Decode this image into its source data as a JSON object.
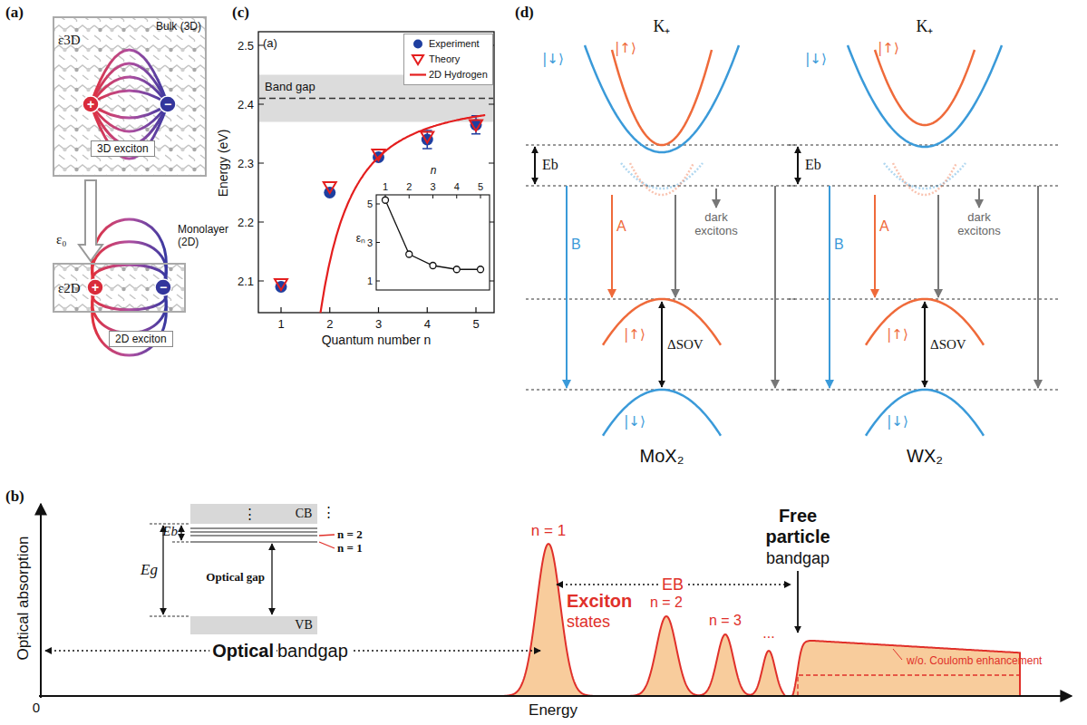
{
  "diagram": {
    "nodes": [
      {
        "text": [
          "Bulk (3D)",
          "ε3D"
        ]
      },
      {
        "text": [
          "3D exciton"
        ],
        "in": 0
      },
      {
        "text": [
          "Monolayer (2D)",
          "ε2D"
        ]
      },
      {
        "text": [
          "2D exciton"
        ]
      }
    ],
    "edges": [
      {
        "from": 0,
        "to": 2,
        "arrow": "to"
      }
    ],
    "labels": [
      "(a)",
      "ε₀",
      "+",
      "−",
      "+",
      "−",
      "(c)",
      "(a)",
      "Band gap",
      "Energy (eV)",
      "2.1",
      "2.2",
      "2.3",
      "2.4",
      "2.5",
      "1",
      "2",
      "3",
      "4",
      "5",
      "Quantum number n",
      "n",
      "1",
      "2",
      "3",
      "4",
      "5",
      "εₙ",
      "1",
      "3",
      "5",
      "(d)",
      "K₊",
      "|↓⟩",
      "|↑⟩",
      "Eb",
      "B",
      "A",
      "dark excitons",
      "ΔSOV",
      "|↑⟩",
      "|↓⟩",
      "MoX₂",
      "K₊",
      "|↓⟩",
      "|↑⟩",
      "Eb",
      "B",
      "A",
      "dark excitons",
      "ΔSOV",
      "|↑⟩",
      "|↓⟩",
      "WX₂",
      "(b)",
      "Optical absorption",
      "0",
      "Energy",
      "CB",
      "VB",
      "Eg",
      "Eb",
      "⋮",
      "⋮",
      "Optical gap",
      "n = 2",
      "n = 1",
      "n = 1",
      "Exciton",
      "states",
      "EB",
      "n = 2",
      "n = 3",
      "...",
      "Free particle",
      "bandgap",
      "Optical",
      "bandgap",
      "w/o. Coulomb enhancement"
    ],
    "legend": [
      {
        "text": "Experiment"
      },
      {
        "text": "Theory"
      },
      {
        "text": "2D Hydrogen"
      }
    ]
  }
}
